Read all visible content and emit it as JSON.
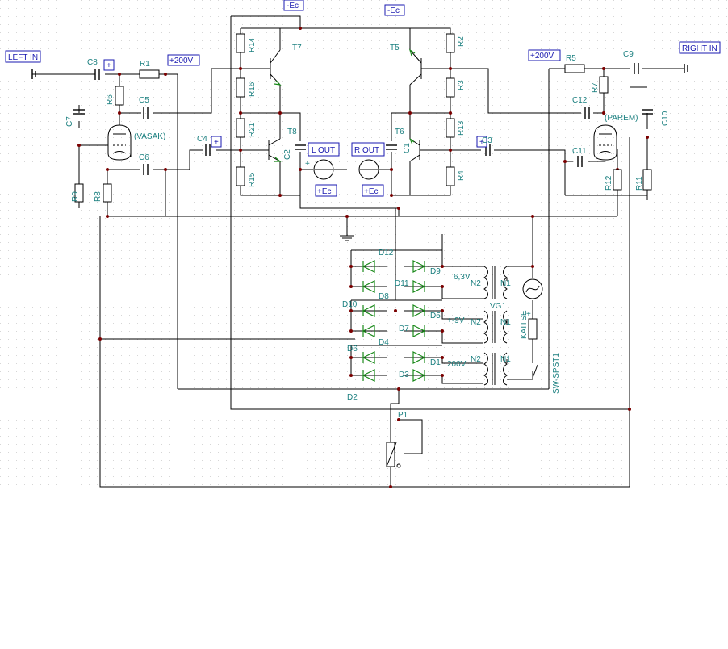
{
  "diagram": {
    "power_labels": [
      "-Ec",
      "-Ec",
      "+200V",
      "+200V",
      "+Ec",
      "+Ec"
    ],
    "io_labels": {
      "left_in": "LEFT IN",
      "right_in": "RIGHT IN",
      "l_out": "L OUT",
      "r_out": "R OUT"
    },
    "tube_labels": {
      "left": "(VASAK)",
      "right": "(PAREM)"
    },
    "components": {
      "R14": "R14",
      "R16": "R16",
      "R21": "R21",
      "R15": "R15",
      "R2": "R2",
      "R3": "R3",
      "R13": "R13",
      "R4": "R4",
      "R1": "R1",
      "R5": "R5",
      "R6": "R6",
      "R7": "R7",
      "R8": "R8",
      "R9": "R9",
      "R11": "R11",
      "R12": "R12",
      "C1": "C1",
      "C2": "C2",
      "C3": "C3",
      "C4": "C4",
      "C5": "C5",
      "C6": "C6",
      "C7": "C7",
      "C8": "C8",
      "C9": "C9",
      "C10": "C10",
      "C11": "C11",
      "C12": "C12",
      "T5": "T5",
      "T6": "T6",
      "T7": "T7",
      "T8": "T8",
      "D1": "D1",
      "D2": "D2",
      "D3": "D3",
      "D4": "D4",
      "D5": "D5",
      "D6": "D6",
      "D7": "D7",
      "D8": "D8",
      "D9": "D9",
      "D10": "D10",
      "D11": "D11",
      "D12": "D12",
      "P1": "P1",
      "VG1": "VG1",
      "N1": "N1",
      "N2": "N2"
    },
    "voltages": [
      "6,3V",
      "+-9V",
      "200V"
    ],
    "fuse_label": "KAITSE",
    "switch_label": "SW-SPST1",
    "plus_marks": [
      "+",
      "+",
      "+",
      "+",
      "+"
    ]
  }
}
